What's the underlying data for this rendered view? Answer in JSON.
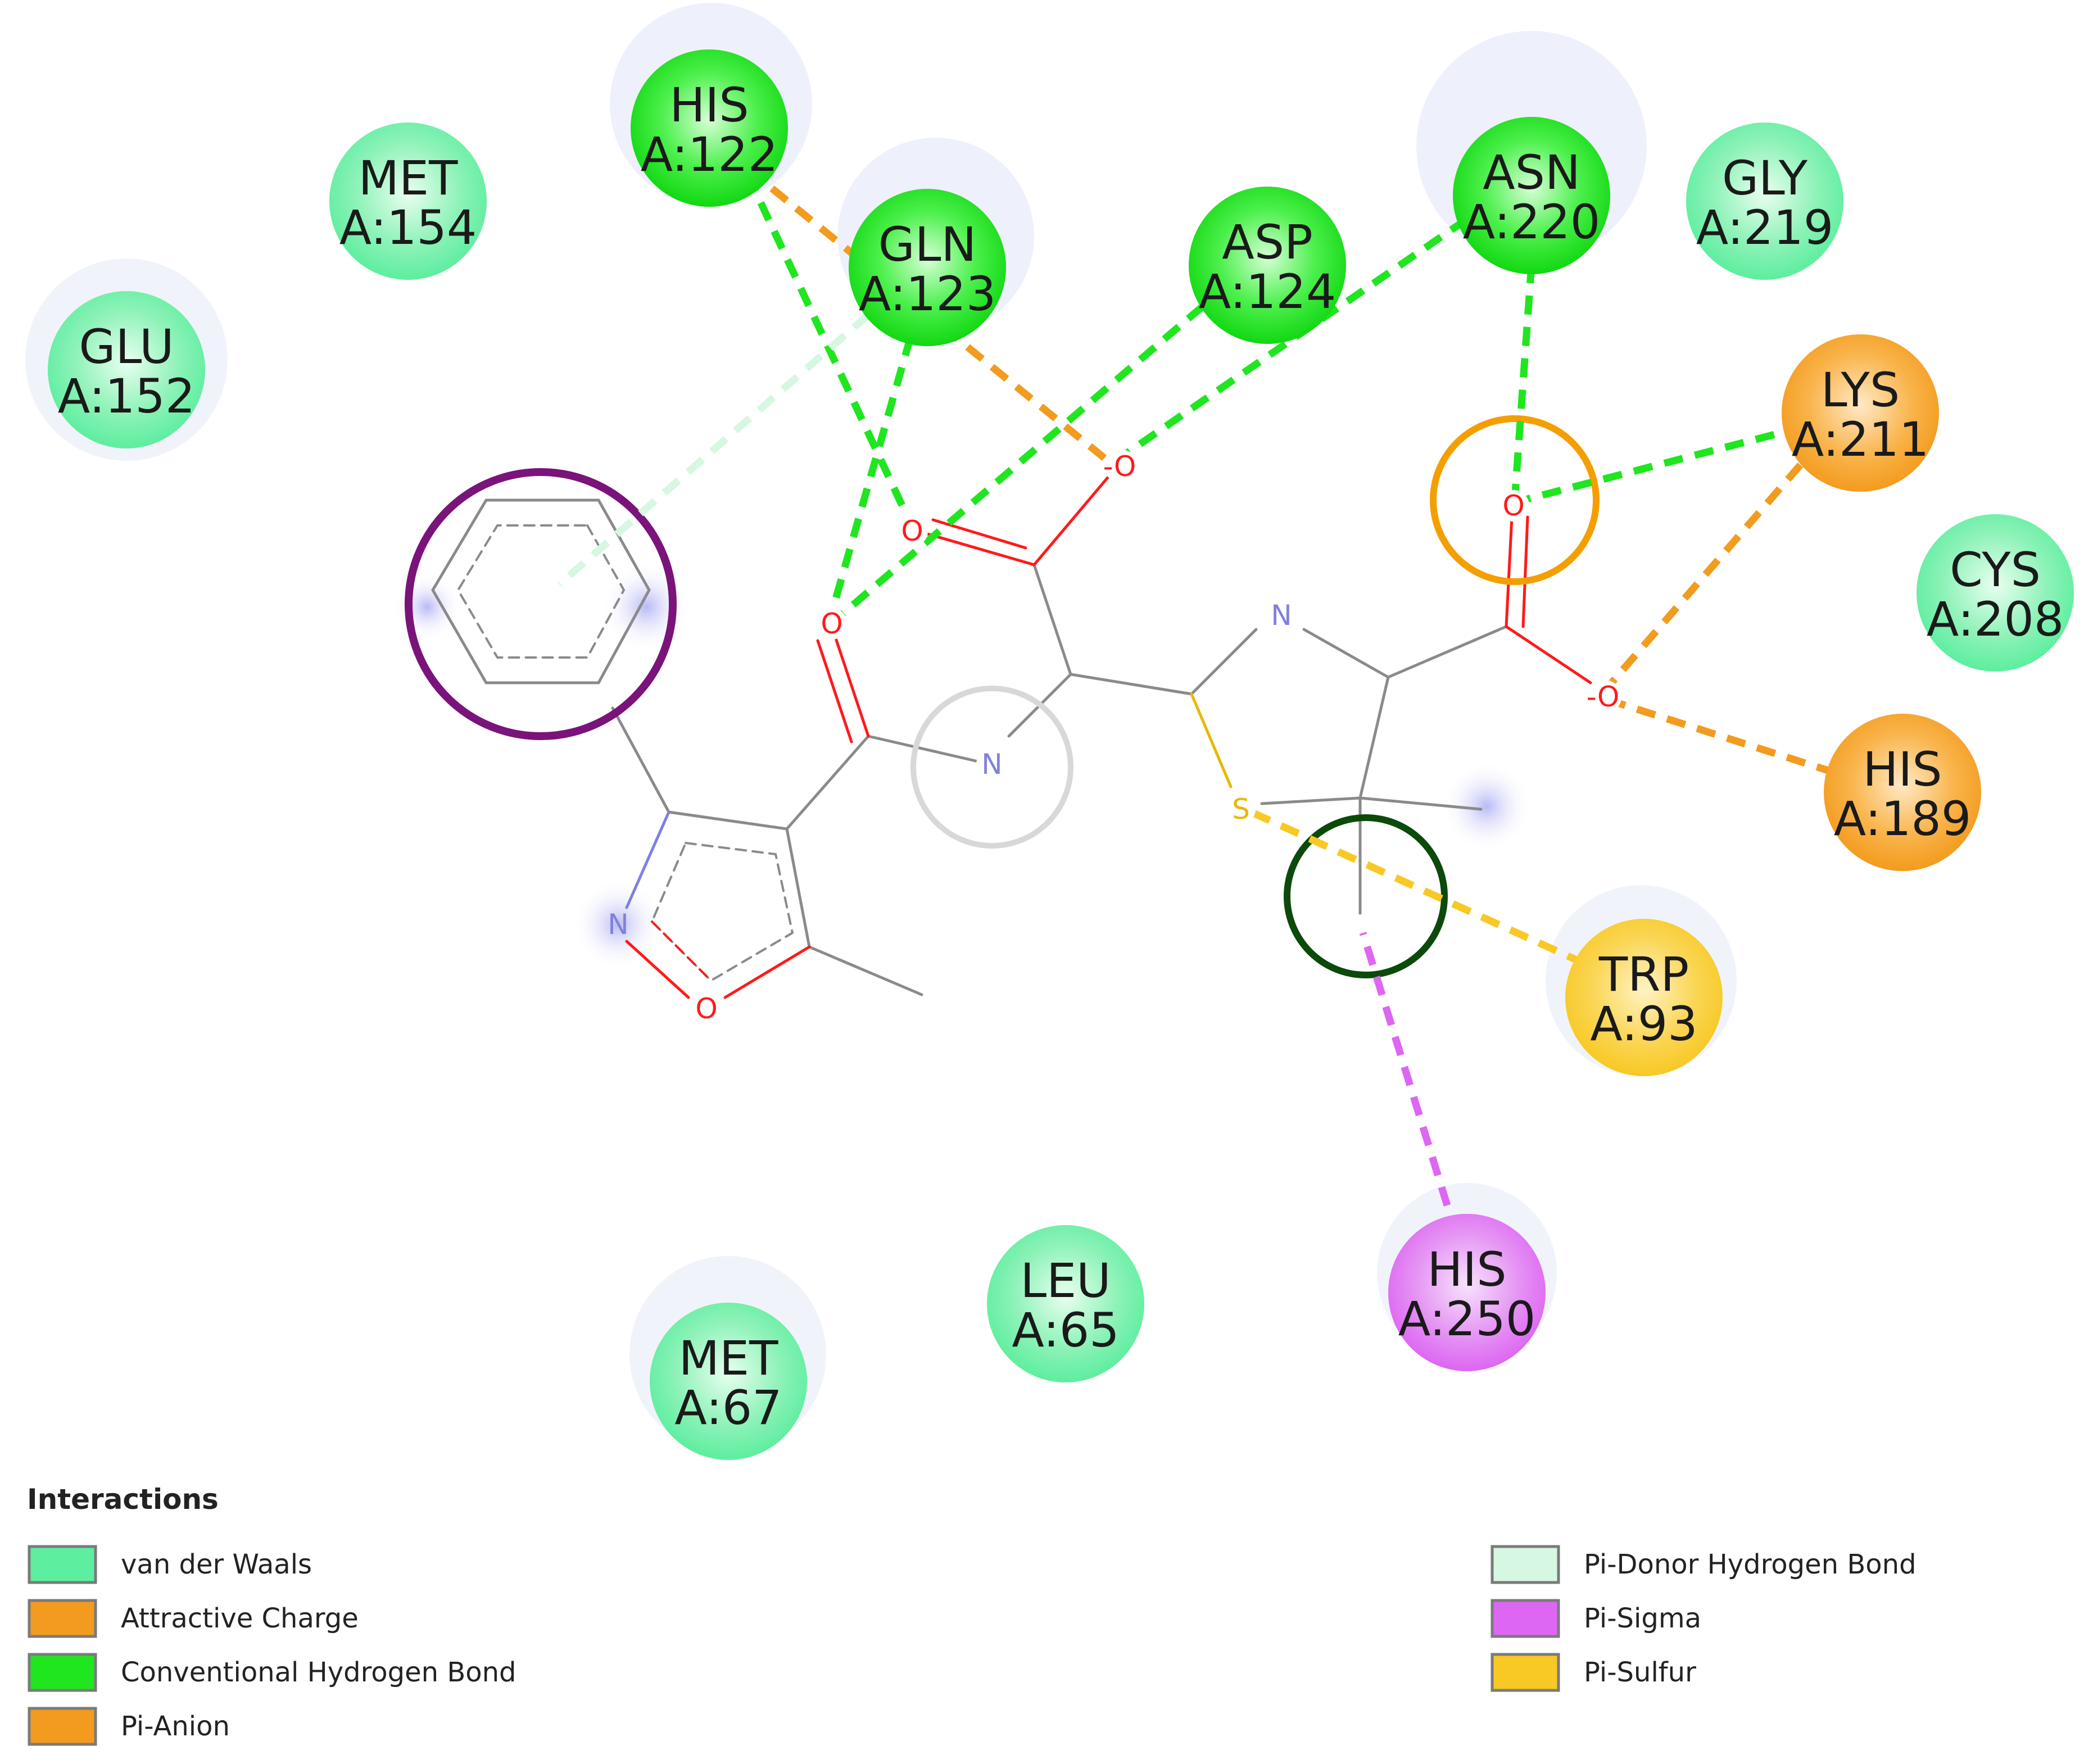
{
  "legend": {
    "title": "Interactions",
    "items": [
      {
        "key": "vdw",
        "label": "van der Waals",
        "color": "#5dee9f"
      },
      {
        "key": "attractive",
        "label": "Attractive Charge",
        "color": "#f39b1e"
      },
      {
        "key": "hbond",
        "label": "Conventional Hydrogen Bond",
        "color": "#1fe61f"
      },
      {
        "key": "pianion",
        "label": "Pi-Anion",
        "color": "#f39b1e"
      },
      {
        "key": "pidonor",
        "label": "Pi-Donor Hydrogen Bond",
        "color": "#d6f7e1"
      },
      {
        "key": "pisigma",
        "label": "Pi-Sigma",
        "color": "#dd66f2"
      },
      {
        "key": "pisulfur",
        "label": "Pi-Sulfur",
        "color": "#f8c824"
      }
    ]
  },
  "residues": [
    {
      "id": "his122",
      "name": "HIS",
      "chain": "A:122",
      "type": "hbond"
    },
    {
      "id": "met154",
      "name": "MET",
      "chain": "A:154",
      "type": "vdw"
    },
    {
      "id": "glu152",
      "name": "GLU",
      "chain": "A:152",
      "type": "vdw"
    },
    {
      "id": "gln123",
      "name": "GLN",
      "chain": "A:123",
      "type": "hbond"
    },
    {
      "id": "asp124",
      "name": "ASP",
      "chain": "A:124",
      "type": "hbond"
    },
    {
      "id": "asn220",
      "name": "ASN",
      "chain": "A:220",
      "type": "hbond"
    },
    {
      "id": "gly219",
      "name": "GLY",
      "chain": "A:219",
      "type": "vdw"
    },
    {
      "id": "lys211",
      "name": "LYS",
      "chain": "A:211",
      "type": "attractive"
    },
    {
      "id": "cys208",
      "name": "CYS",
      "chain": "A:208",
      "type": "vdw"
    },
    {
      "id": "his189",
      "name": "HIS",
      "chain": "A:189",
      "type": "attractive"
    },
    {
      "id": "trp93",
      "name": "TRP",
      "chain": "A:93",
      "type": "pisulfur"
    },
    {
      "id": "his250",
      "name": "HIS",
      "chain": "A:250",
      "type": "pisigma"
    },
    {
      "id": "leu65",
      "name": "LEU",
      "chain": "A:65",
      "type": "vdw"
    },
    {
      "id": "met67",
      "name": "MET",
      "chain": "A:67",
      "type": "vdw"
    }
  ],
  "atoms": {
    "o1": "-O",
    "o2": "O",
    "o3": "O",
    "o4": "O",
    "o5": "-O",
    "n_amide": "N",
    "n_thiaz": "N",
    "s": "S",
    "n_isox": "N",
    "o_isox": "O"
  },
  "colors": {
    "bond_gray": "#8a8a8a",
    "oxygen": "#ff1a1a",
    "nitrogen": "#8080e0",
    "sulfur": "#e8b800",
    "aromatic_ring": "#7a137a",
    "amide_ring": "#d8d8d8",
    "carboxyl_ring": "#f59e00",
    "methyl_ring": "#0b4a0b",
    "halo": "#eef1fb"
  }
}
